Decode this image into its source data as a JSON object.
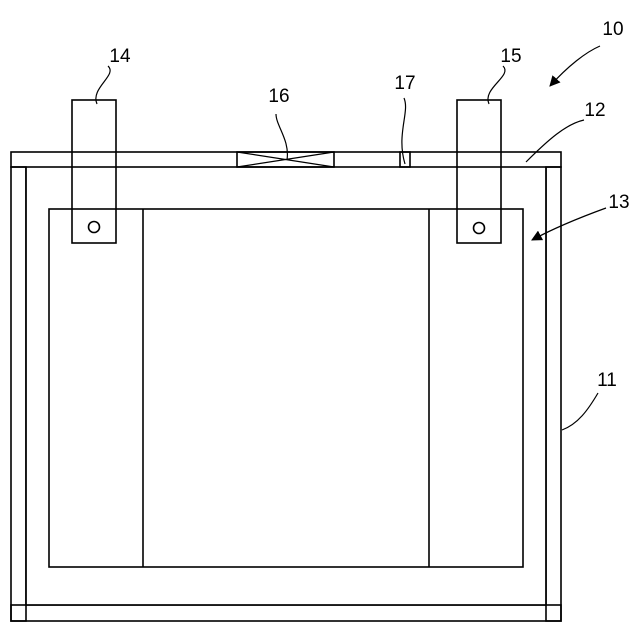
{
  "labels": {
    "device": "10",
    "case": "11",
    "lid": "12",
    "electrode_body": "13",
    "terminal_left": "14",
    "terminal_right": "15",
    "valve": "16",
    "port": "17"
  },
  "colors": {
    "line": "#000000",
    "background": "#ffffff"
  }
}
